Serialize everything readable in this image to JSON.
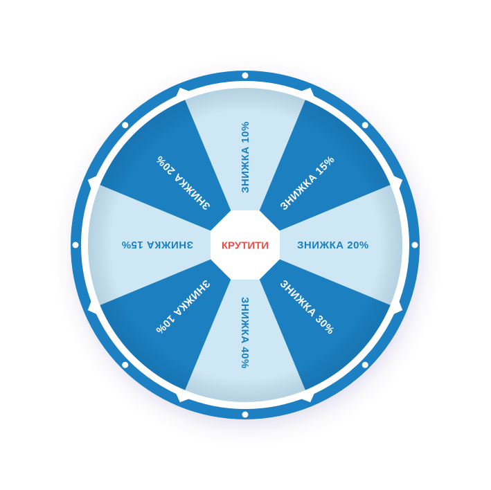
{
  "wheel": {
    "spin_button_label": "КРУТИТИ",
    "segments": [
      {
        "label": "ЗНИЖКА 10%",
        "tone": "light"
      },
      {
        "label": "ЗНИЖКА 15%",
        "tone": "dark"
      },
      {
        "label": "ЗНИЖКА 20%",
        "tone": "light"
      },
      {
        "label": "ЗНИЖКА 30%",
        "tone": "dark"
      },
      {
        "label": "ЗНИЖКА 40%",
        "tone": "light"
      },
      {
        "label": "ЗНИЖКА 10%",
        "tone": "dark"
      },
      {
        "label": "ЗНИЖКА 15%",
        "tone": "light"
      },
      {
        "label": "ЗНИЖКА 20%",
        "tone": "dark"
      }
    ]
  },
  "colors": {
    "ring": "#1a80c3",
    "dark_segment": "#1b7fc0",
    "light_segment": "#cde8f4",
    "light_text": "#1a7fc1",
    "dark_text": "#ffffff",
    "spin_text": "#e8504a"
  }
}
